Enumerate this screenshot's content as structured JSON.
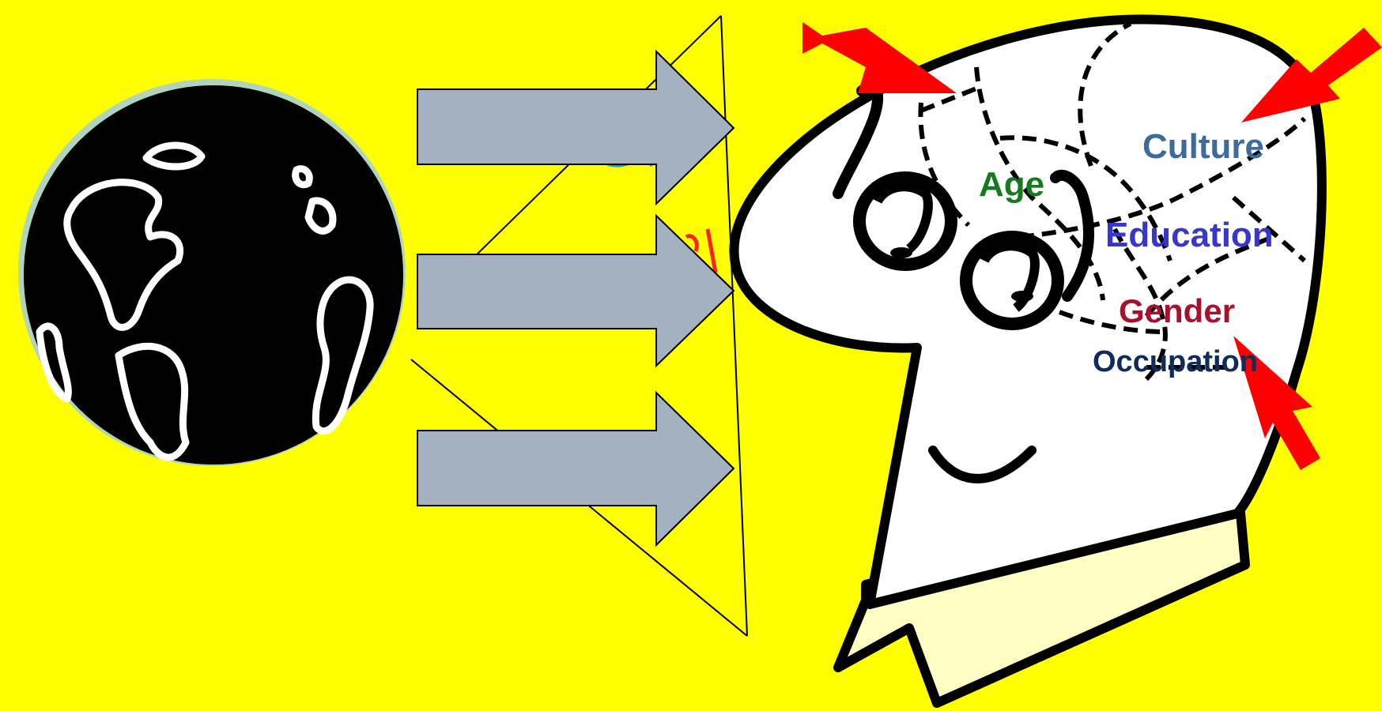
{
  "background_color": "#FFFF00",
  "brain_labels": {
    "age": {
      "text": "Age",
      "color": "#157A1F"
    },
    "culture": {
      "text": "Culture",
      "color": "#3D6B9E"
    },
    "education": {
      "text": "Education",
      "color": "#3737CF"
    },
    "gender": {
      "text": "Gender",
      "color": "#A8102C"
    },
    "occupation": {
      "text": "Occupation",
      "color": "#0E2C5C"
    }
  },
  "colors": {
    "arrow_fill": "#A3B1C1",
    "pointer_arrow": "#FF0000",
    "globe": "#000000",
    "head_fill": "#FFFFFF",
    "collar_fill": "#FFFFC4"
  },
  "icons": [
    "globe-icon",
    "right-arrow-icon",
    "head-icon",
    "pointer-arrow-icon"
  ]
}
